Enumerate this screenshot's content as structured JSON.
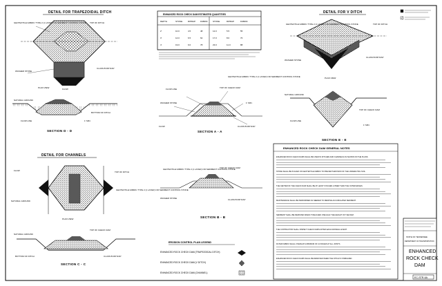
{
  "titles": {
    "trap": "DETAIL FOR TRAPEZOIDAL DITCH",
    "v": "DETAIL FOR V DITCH",
    "channels": "DETAIL FOR CHANNELS",
    "plan_view": "PLAN VIEW",
    "table": "ENHANCED ROCK CHECK DAM ESTIMATED QUANTITIES",
    "notes": "ENHANCED ROCK CHECK DAM GENERAL NOTES",
    "legend": "EROSION CONTROL PLAN LEGEND"
  },
  "sections": {
    "b": "SECTION B - B",
    "a": "SECTION A - A",
    "e": "SECTION E - E",
    "c": "SECTION C - C",
    "d": "SECTION D - D"
  },
  "labels": {
    "geotextile": "GEOTEXTILE FABRIC TYPE 2 (1 LAYER) OR SEDIMENT CONTROL STONE",
    "top_of_ditch": "TOP OF DITCH",
    "flow_line": "FLOW LINE",
    "bottom_of_ditch": "BOTTOM OF DITCH",
    "washed_stone": "WASHED STONE",
    "riprap": "CLASS B RIP RAP",
    "check_dam_top": "TOP OF CHECK DAM",
    "ground": "NATURAL GROUND",
    "min": "1' MIN.",
    "flow": "FLOW"
  },
  "legend_items": [
    "ENHANCED ROCK CHECK DAM (TRAPEZOIDAL DITCH)",
    "ENHANCED ROCK CHECK DAM (V DITCH)",
    "ENHANCED ROCK CHECK DAM (CHANNEL)"
  ],
  "notes_lines": [
    "ENHANCED ROCK CHECK DAMS SHALL BE USED IN DITCHES AND CHANNELS AS SHOWN ON THE PLANS.",
    "STONE SHALL BE PLACED ON GEOTEXTILE FABRIC TO PREVENT EROSION OF THE UNDERLYING SOIL.",
    "THE CENTER OF THE CHECK DAM SHALL BE AT LEAST 6 INCHES LOWER THAN THE OUTER EDGES.",
    "MAINTENANCE SHALL BE PERFORMED AS NEEDED TO REMOVE ACCUMULATED SEDIMENT.",
    "SEDIMENT SHALL BE REMOVED WHEN IT REACHES ONE HALF THE HEIGHT OF THE DAM.",
    "THE CONTRACTOR SHALL INSPECT CHECK DAMS AFTER EACH RAINFALL EVENT.",
    "FILTER FABRIC SHALL OVERLAP A MINIMUM OF 12 INCHES AT ALL JOINTS.",
    "ENHANCED ROCK CHECK DAMS SHALL BE REMOVED WHEN THE DITCH IS STABILIZED."
  ],
  "title_block": {
    "state": "STATE OF TENNESSEE",
    "dept": "DEPARTMENT OF TRANSPORTATION",
    "name1": "ENHANCED",
    "name2": "ROCK CHECK",
    "name3": "DAM",
    "dwg": "EC-STR-6A"
  },
  "table": {
    "headers": [
      "DEPTH",
      "STONE",
      "RIPRAP",
      "FABRIC",
      "STONE",
      "RIPRAP",
      "FABRIC"
    ],
    "rows": [
      [
        "2'",
        "10.0",
        "4.5",
        "48",
        "12.0",
        "5.5",
        "55"
      ],
      [
        "3'",
        "14.0",
        "6.5",
        "62",
        "17.0",
        "8.0",
        "70"
      ],
      [
        "4'",
        "19.0",
        "9.0",
        "78",
        "23.0",
        "11.0",
        "88"
      ]
    ]
  },
  "colors": {
    "ink": "#000000",
    "hatch": "#444444"
  }
}
